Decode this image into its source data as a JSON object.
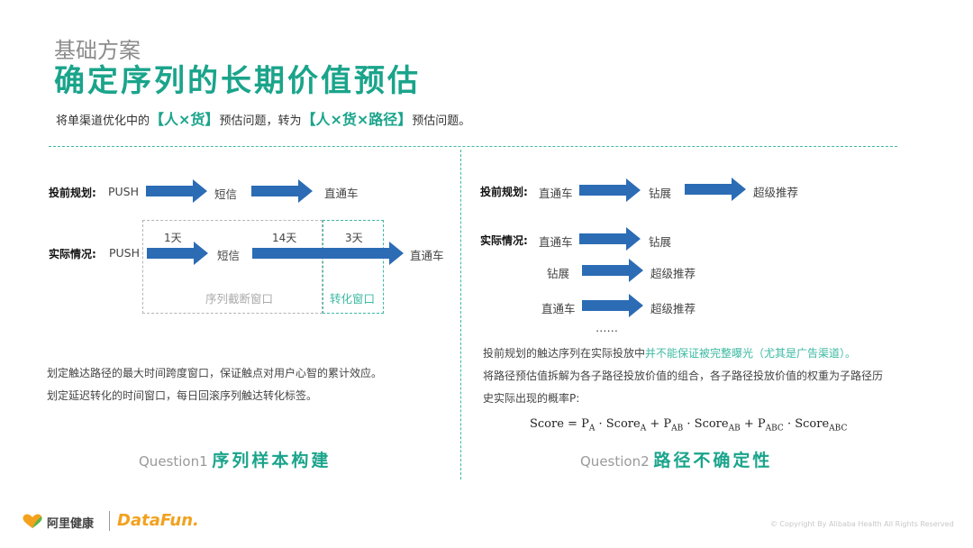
{
  "header": {
    "subtitle": "基础方案",
    "title": "确定序列的长期价值预估"
  },
  "intro": {
    "p1": "将单渠道优化中的",
    "hl1": "【人×货】",
    "p2": "预估问题，转为",
    "hl2": "【人×货×路径】",
    "p3": "预估问题。"
  },
  "left": {
    "plan_label": "投前规划:",
    "plan_nodes": [
      "PUSH",
      "短信",
      "直通车"
    ],
    "actual_label": "实际情况:",
    "actual_nodes": [
      "PUSH",
      "短信",
      "直通车"
    ],
    "durations": [
      "1天",
      "14天",
      "3天"
    ],
    "window_seq": "序列截断窗口",
    "window_conv": "转化窗口",
    "para1": "划定触达路径的最大时间跨度窗口，保证触点对用户心智的累计效应。",
    "para2": "划定延迟转化的时间窗口，每日回滚序列触达转化标签。",
    "question_prefix": "Question1",
    "question_title": "序列样本构建"
  },
  "right": {
    "plan_label": "投前规划:",
    "plan_nodes": [
      "直通车",
      "钻展",
      "超级推荐"
    ],
    "actual_label": "实际情况:",
    "actual_rows": [
      [
        "直通车",
        "钻展"
      ],
      [
        "钻展",
        "超级推荐"
      ],
      [
        "直通车",
        "超级推荐"
      ]
    ],
    "ellipsis": "……",
    "para1a": "投前规划的触达序列在实际投放中",
    "para1b": "并不能保证被完整曝光（尤其是广告渠道）。",
    "para2": "将路径预估值拆解为各子路径投放价值的组合，各子路径投放价值的权重为子路径历",
    "para3": "史实际出现的概率P:",
    "formula": {
      "lhs": "Score =",
      "p": "P",
      "score": "Score",
      "dot": "·",
      "plus": "+",
      "sub_a": "A",
      "sub_ab": "AB",
      "sub_abc": "ABC"
    },
    "question_prefix": "Question2",
    "question_title": "路径不确定性"
  },
  "footer": {
    "brand1": "阿里健康",
    "brand2": "DataFun.",
    "copyright": "© Copyright By Alibaba Health All Rights Reserved"
  },
  "colors": {
    "accent": "#1aa48b",
    "arrow": "#2b6cb5",
    "dash": "#3db9a3"
  }
}
